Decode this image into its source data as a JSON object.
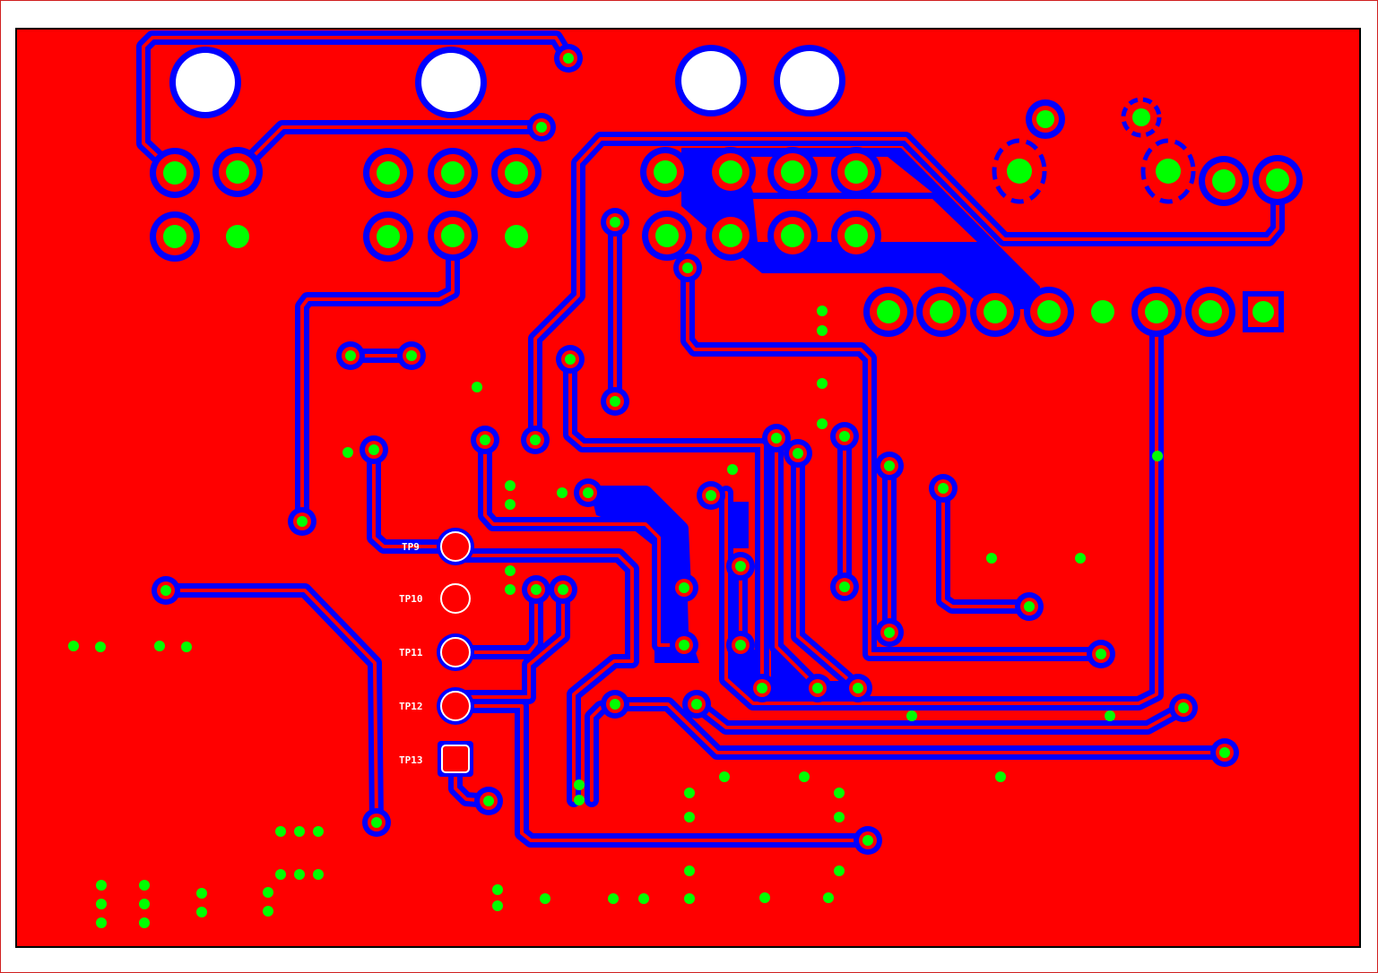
{
  "board": {
    "colors": {
      "copper_fill": "#ff0000",
      "trace": "#0000ff",
      "drill": "#00ff00",
      "mounting_hole": "#ffffff",
      "silkscreen": "#ffffff",
      "outline": "#000000"
    }
  },
  "test_points": [
    {
      "label": "TP9",
      "shape": "round"
    },
    {
      "label": "TP10",
      "shape": "round"
    },
    {
      "label": "TP11",
      "shape": "round"
    },
    {
      "label": "TP12",
      "shape": "round"
    },
    {
      "label": "TP13",
      "shape": "square"
    }
  ]
}
